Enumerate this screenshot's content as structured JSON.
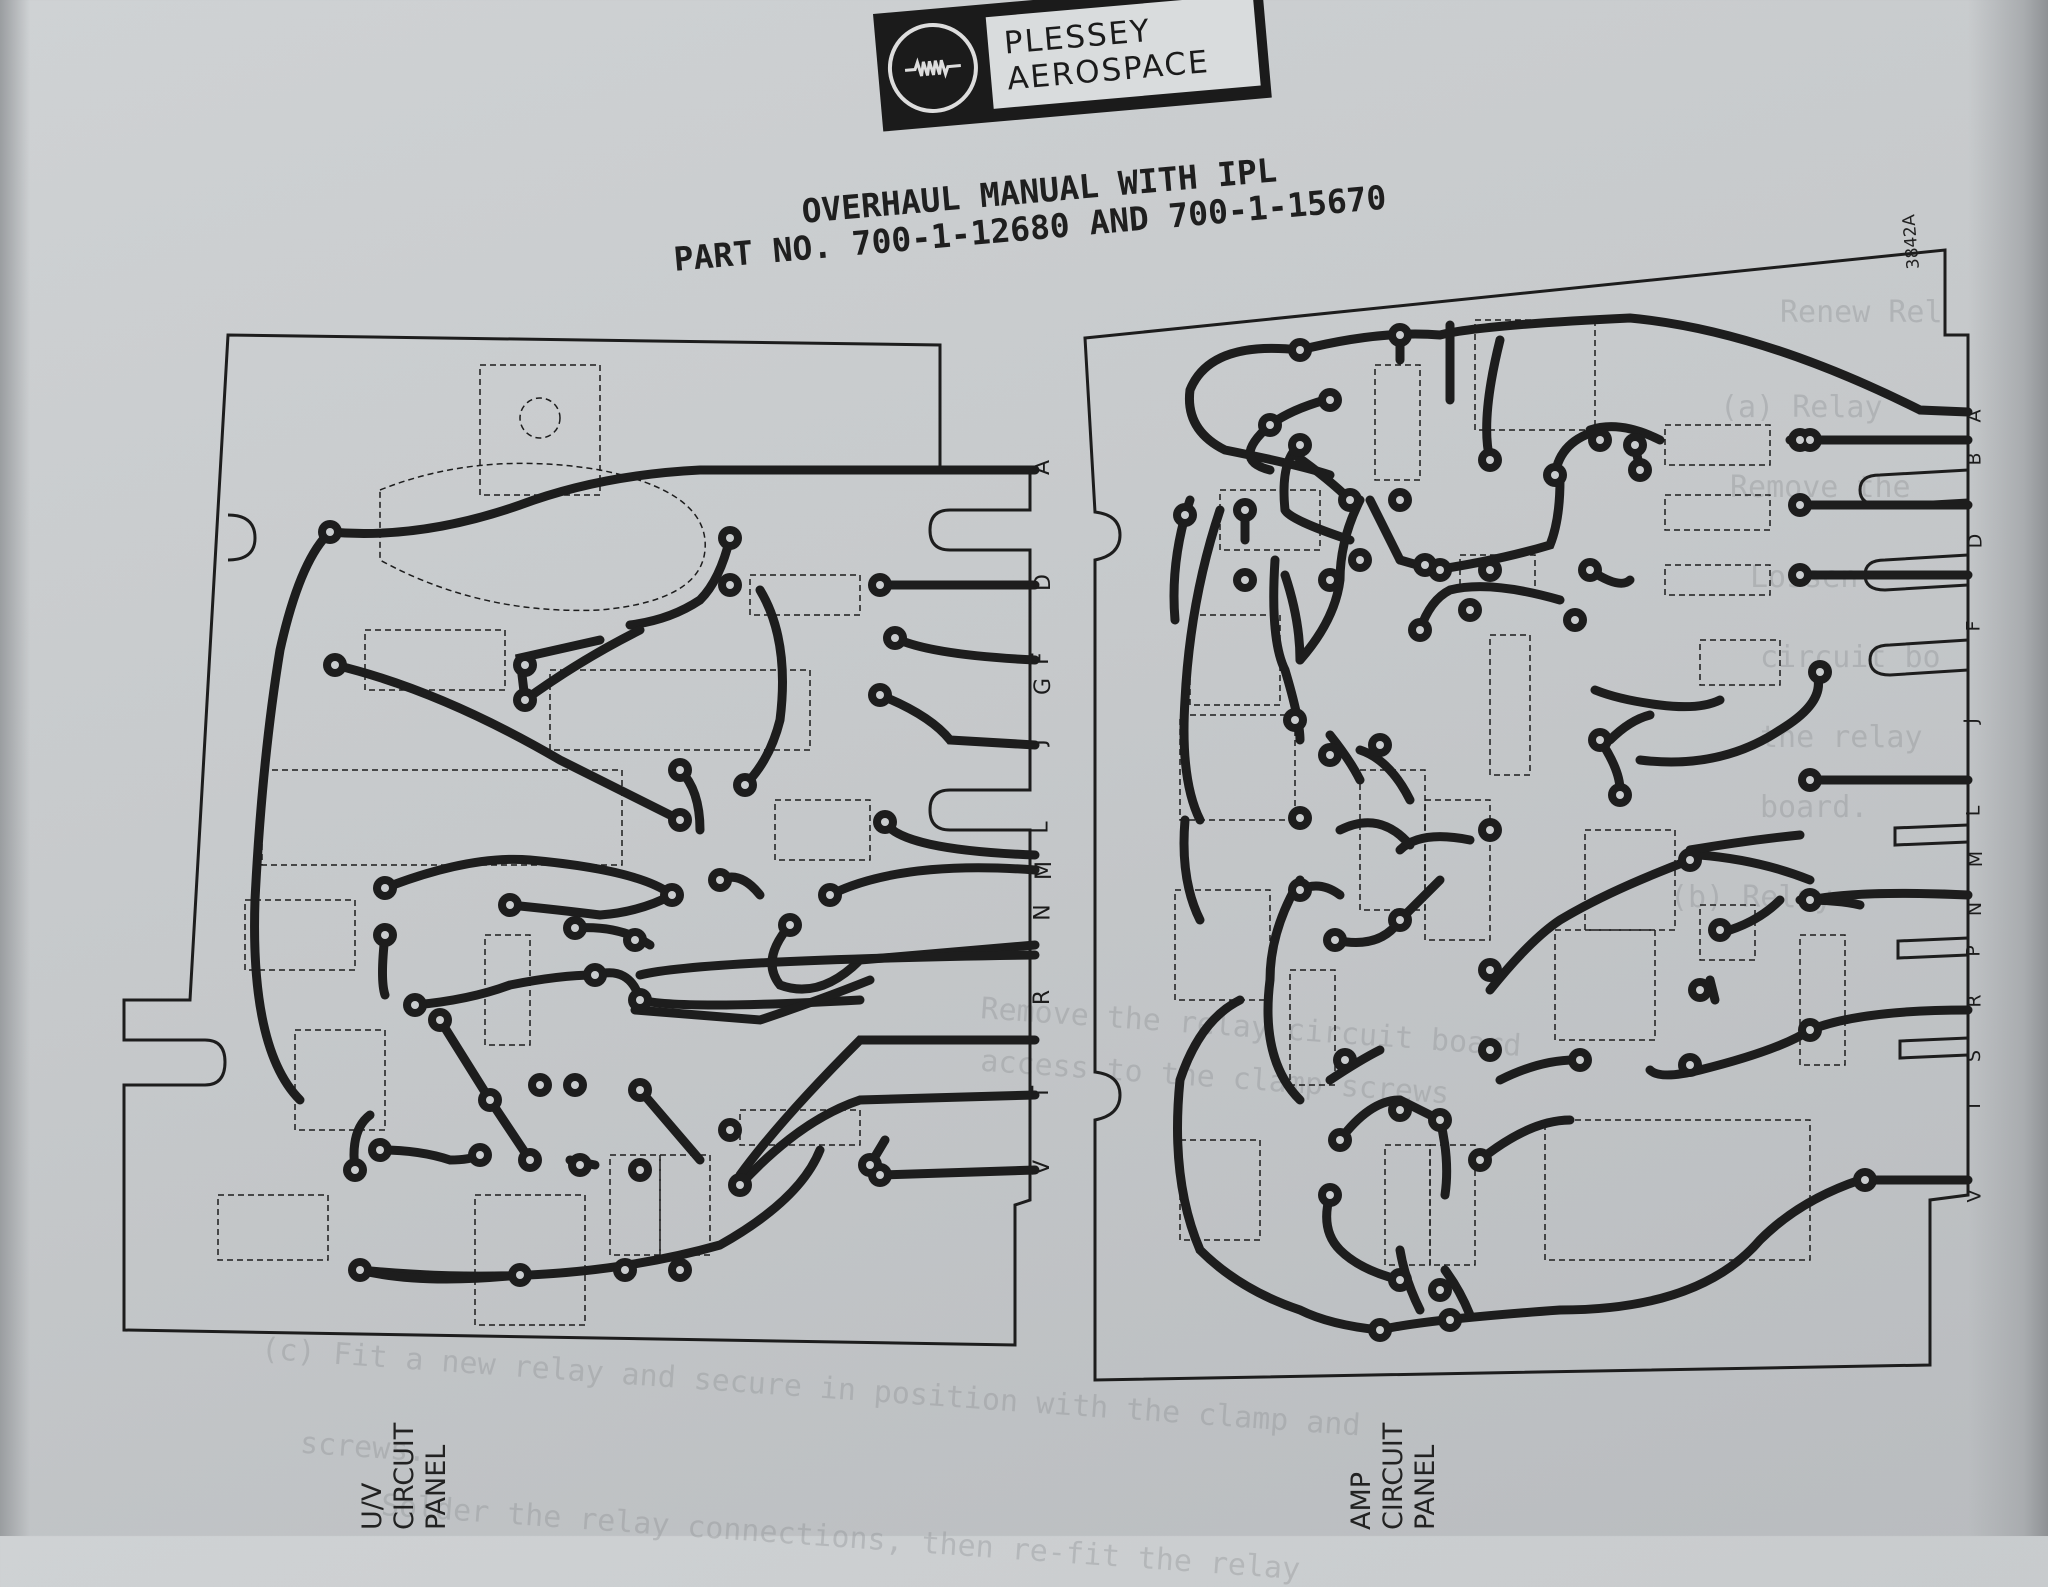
{
  "logo": {
    "line1": "PLESSEY",
    "line2": "AEROSPACE"
  },
  "header": {
    "line1": "OVERHAUL MANUAL WITH IPL",
    "line2": "PART NO. 700-1-12680 AND 700-1-15670"
  },
  "figure_ref": "3842A",
  "panels": {
    "left": {
      "label_lines": [
        "U/V",
        "CIRCUIT",
        "PANEL"
      ]
    },
    "right": {
      "label_lines": [
        "AMP",
        "CIRCUIT",
        "PANEL"
      ]
    }
  },
  "left_connectors": [
    "A",
    "D",
    "F",
    "G",
    "J",
    "L",
    "M",
    "N",
    "R",
    "T",
    "V"
  ],
  "right_connectors": [
    "A",
    "B",
    "D",
    "F",
    "J",
    "L",
    "M",
    "N",
    "P",
    "R",
    "S",
    "T",
    "V"
  ],
  "bleed_through": [
    "Renew Rel",
    "(a) Relay",
    "Remove the",
    "Lossen",
    "circuit bo",
    "the relay",
    "board.",
    "(b) Relay",
    "Remove the relay circuit board",
    "access to the clamp screws",
    "(c) Fit a new relay and secure in position with the clamp and",
    "screws.",
    "Solder the relay connections, then re-fit the relay"
  ],
  "colors": {
    "ink": "#1d1d1d",
    "paper": "#c9ccce"
  }
}
